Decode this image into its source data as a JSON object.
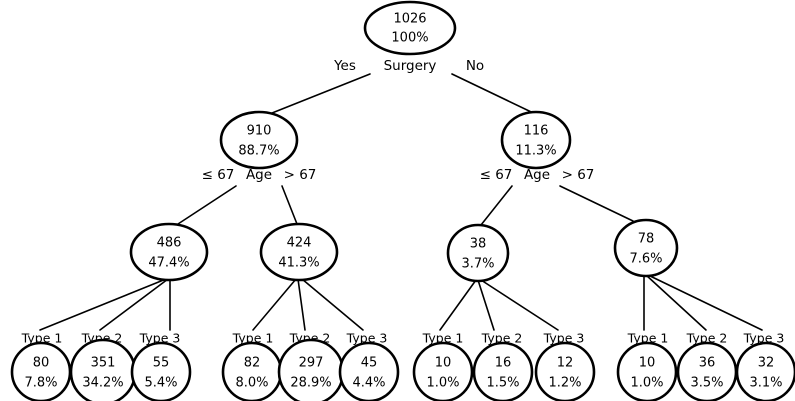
{
  "chart_data": {
    "type": "diagram",
    "diagram_kind": "decision-tree",
    "title": "",
    "total_n": 1026,
    "root": {
      "id": "root",
      "count": "1026",
      "percent": "100%",
      "split_variable": "Surgery",
      "branch_labels": [
        "Yes",
        "No"
      ]
    },
    "level2": [
      {
        "id": "surgery-yes",
        "count": "910",
        "percent": "88.7%",
        "split_variable": "Age",
        "branch_labels": [
          "≤ 67",
          "> 67"
        ]
      },
      {
        "id": "surgery-no",
        "count": "116",
        "percent": "11.3%",
        "split_variable": "Age",
        "branch_labels": [
          "≤ 67",
          "> 67"
        ]
      }
    ],
    "level3": [
      {
        "id": "yes-age-le67",
        "count": "486",
        "percent": "47.4%"
      },
      {
        "id": "yes-age-gt67",
        "count": "424",
        "percent": "41.3%"
      },
      {
        "id": "no-age-le67",
        "count": "38",
        "percent": "3.7%"
      },
      {
        "id": "no-age-gt67",
        "count": "78",
        "percent": "7.6%"
      }
    ],
    "leaf_type_labels": [
      "Type 1",
      "Type 2",
      "Type 3"
    ],
    "leaves": [
      {
        "group": "yes-age-le67",
        "nodes": [
          {
            "type_label": "Type 1",
            "count": "80",
            "percent": "7.8%"
          },
          {
            "type_label": "Type 2",
            "count": "351",
            "percent": "34.2%"
          },
          {
            "type_label": "Type 3",
            "count": "55",
            "percent": "5.4%"
          }
        ]
      },
      {
        "group": "yes-age-gt67",
        "nodes": [
          {
            "type_label": "Type 1",
            "count": "82",
            "percent": "8.0%"
          },
          {
            "type_label": "Type 2",
            "count": "297",
            "percent": "28.9%"
          },
          {
            "type_label": "Type 3",
            "count": "45",
            "percent": "4.4%"
          }
        ]
      },
      {
        "group": "no-age-le67",
        "nodes": [
          {
            "type_label": "Type 1",
            "count": "10",
            "percent": "1.0%"
          },
          {
            "type_label": "Type 2",
            "count": "16",
            "percent": "1.5%"
          },
          {
            "type_label": "Type 3",
            "count": "12",
            "percent": "1.2%"
          }
        ]
      },
      {
        "group": "no-age-gt67",
        "nodes": [
          {
            "type_label": "Type 1",
            "count": "10",
            "percent": "1.0%"
          },
          {
            "type_label": "Type 2",
            "count": "36",
            "percent": "3.5%"
          },
          {
            "type_label": "Type 3",
            "count": "32",
            "percent": "3.1%"
          }
        ]
      }
    ],
    "colors": {
      "stroke": "#000000",
      "fill": "#ffffff",
      "background": "#ffffff"
    }
  }
}
